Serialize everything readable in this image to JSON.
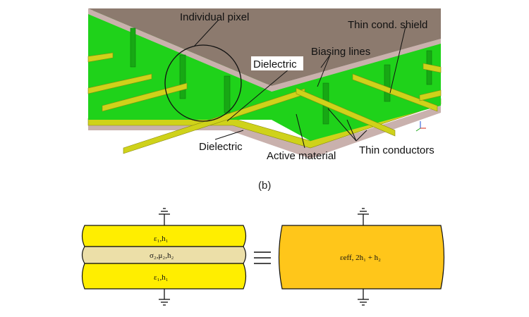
{
  "top_figure": {
    "labels": {
      "individual_pixel": "Individual pixel",
      "thin_cond_shield": "Thin cond. shield",
      "biasing_lines": "Biasing lines",
      "dielectric_top": "Dielectric",
      "dielectric_bottom": "Dielectric",
      "active_material": "Active material",
      "thin_conductors": "Thin conductors"
    },
    "caption": "(b)"
  },
  "bottom_figure": {
    "left_stack": {
      "top_layer": {
        "eps": "ε₁",
        "h": "h₁",
        "text": "ε₁,h₁"
      },
      "middle_layer": {
        "text": "σ₂,μ₂,h₂"
      },
      "bottom_layer": {
        "text": "ε₁,h₁"
      }
    },
    "equivalent": {
      "text": "εeff, 2h₁ + h₂"
    }
  },
  "colors": {
    "green": "#1fd21a",
    "green_dark": "#17a814",
    "brown_top": "#8c7a6e",
    "pink_layer": "#c9b1ad",
    "yellow_line": "#cfd21a",
    "yellow_layer": "#ffee00",
    "beige": "#ecdfa8",
    "orange": "#ffc61a"
  }
}
